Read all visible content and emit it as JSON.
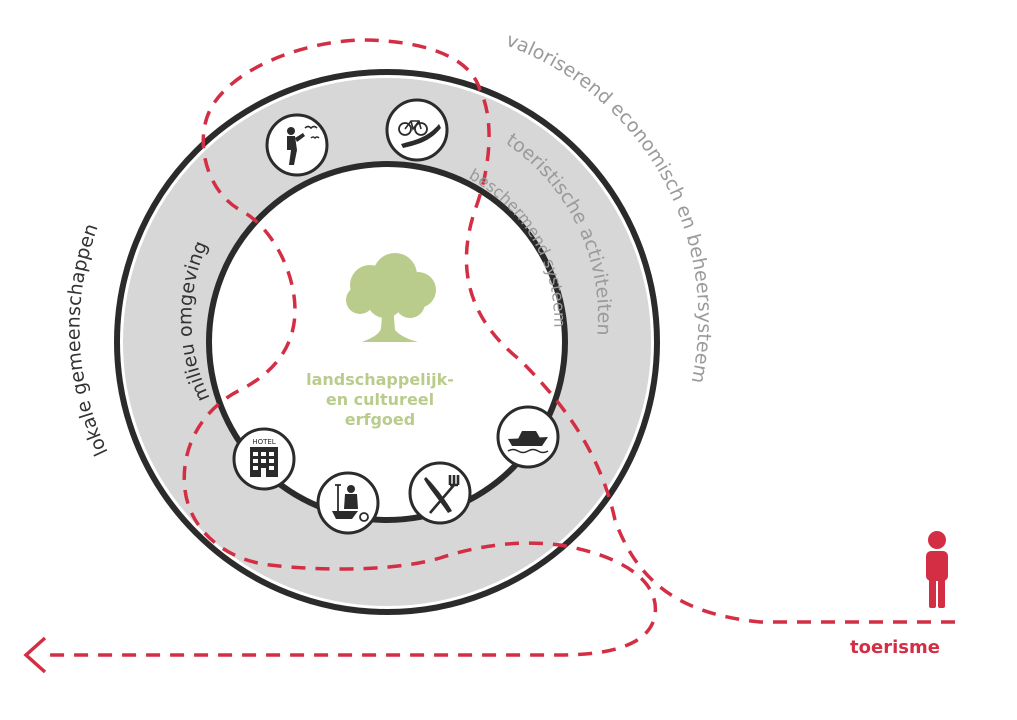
{
  "rings": {
    "outer_label": "lokale gemeenschappen",
    "valorising_label": "valoriserend economisch en beheersysteem",
    "activities_label": "toeristische activiteiten",
    "environment_label": "milieu omgeving",
    "protective_label": "beschermend systeem"
  },
  "center": {
    "line1": "landschappelijk-",
    "line2": "en cultureel",
    "line3": "erfgoed"
  },
  "tourism_label": "toerisme",
  "hotel_label": "HOTEL",
  "activity_icons": [
    "birdwatching-icon",
    "cycling-icon",
    "boat-icon",
    "restaurant-icon",
    "farmer-icon",
    "hotel-icon"
  ],
  "colors": {
    "ring_dark": "#2b2b2b",
    "band_grey": "#d7d7d7",
    "tourism_red": "#d42e45",
    "heritage_green": "#b9cc8c",
    "label_grey": "#9a9a9a"
  }
}
